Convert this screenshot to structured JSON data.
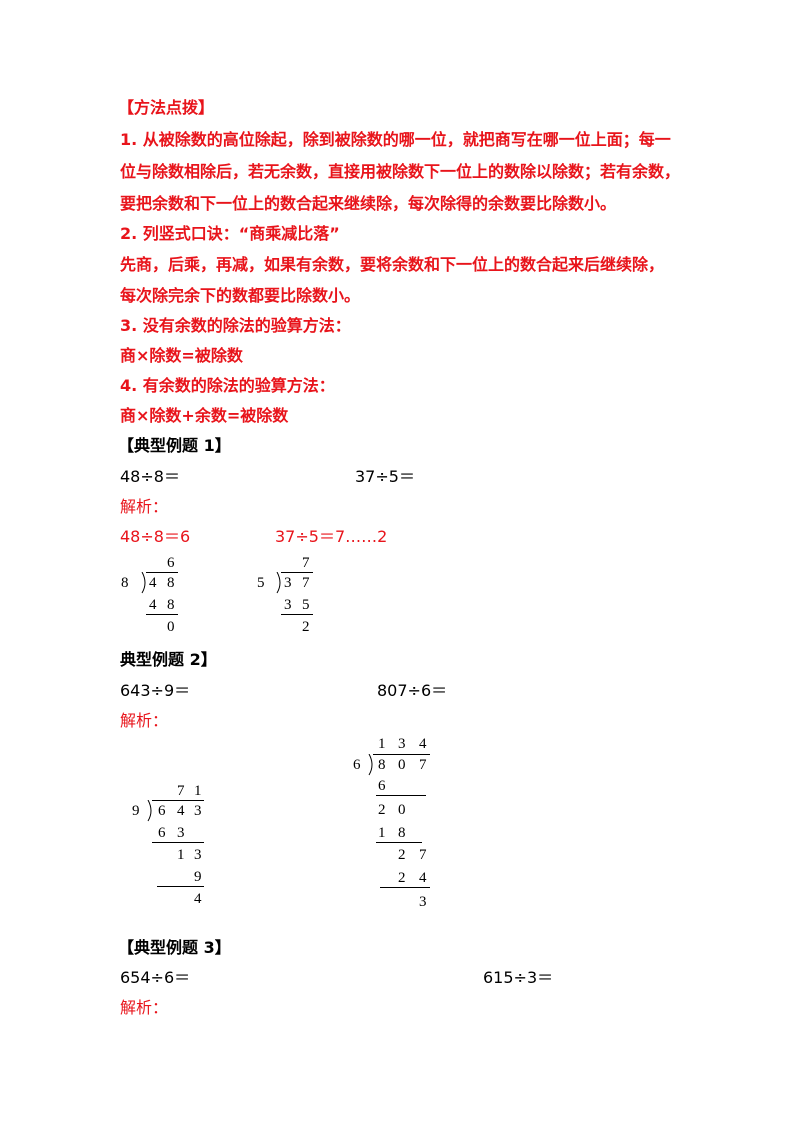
{
  "method": {
    "heading": "【方法点拨】",
    "p1_line1": "1. 从被除数的高位除起，除到被除数的哪一位，就把商写在哪一位上面；每一",
    "p1_line2": "位与除数相除后，若无余数，直接用被除数下一位上的数除以除数；若有余数，",
    "p1_line3": "要把余数和下一位上的数合起来继续除，每次除得的余数要比除数小。",
    "p2_title": "2. 列竖式口诀：“商乘减比落”",
    "p2_line1": "先商，后乘，再减，如果有余数，要将余数和下一位上的数合起来后继续除，",
    "p2_line2": "每次除完余下的数都要比除数小。",
    "p3_title": "3. 没有余数的除法的验算方法：",
    "p3_formula": "商×除数=被除数",
    "p4_title": "4. 有余数的除法的验算方法：",
    "p4_formula": "商×除数+余数=被除数"
  },
  "ex1": {
    "heading": "【典型例题 1】",
    "q1": "48÷8＝",
    "q2": "37÷5＝",
    "analysis": "解析：",
    "a1": "48÷8＝6",
    "a2": "37÷5＝7……2",
    "div1": {
      "divisor": "8",
      "quotient": [
        "6"
      ],
      "dividend": [
        "4",
        "8"
      ],
      "product": [
        "4",
        "8"
      ],
      "remainder": "0"
    },
    "div2": {
      "divisor": "5",
      "quotient": [
        "7"
      ],
      "dividend": [
        "3",
        "7"
      ],
      "product": [
        "3",
        "5"
      ],
      "remainder": "2"
    }
  },
  "ex2": {
    "heading": "典型例题 2】",
    "q1": "643÷9＝",
    "q2": "807÷6＝",
    "analysis": "解析：",
    "div1": {
      "divisor": "9",
      "quotient": [
        "7",
        "1"
      ],
      "dividend": [
        "6",
        "4",
        "3"
      ],
      "step1": [
        "6",
        "3"
      ],
      "step2": [
        "1",
        "3"
      ],
      "step3": "9",
      "remainder": "4"
    },
    "div2": {
      "divisor": "6",
      "quotient": [
        "1",
        "3",
        "4"
      ],
      "dividend": [
        "8",
        "0",
        "7"
      ],
      "step1": "6",
      "step2": [
        "2",
        "0"
      ],
      "step3": [
        "1",
        "8"
      ],
      "step4": [
        "2",
        "7"
      ],
      "step5": [
        "2",
        "4"
      ],
      "remainder": "3"
    }
  },
  "ex3": {
    "heading": "【典型例题 3】",
    "q1": "654÷6＝",
    "q2": "615÷3＝",
    "analysis": "解析："
  },
  "colors": {
    "accent_red": "#e8141b",
    "text": "#000000"
  }
}
